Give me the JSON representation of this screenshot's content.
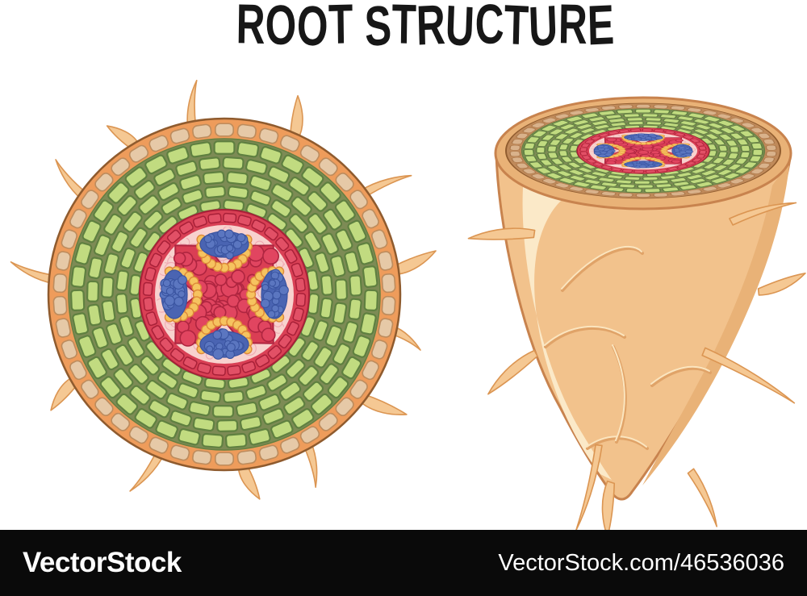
{
  "title": "ROOT STRUCTURE",
  "watermark": {
    "brand": "VectorStock",
    "id_text": "VectorStock.com/46536036"
  },
  "colors": {
    "page": "#ffffff",
    "title": "#171717",
    "bar": "#0a0a0a",
    "bar_text": "#ffffff",
    "hair_fill": "#F5C893",
    "hair_stroke": "#DB9552",
    "epid_band": "#EE9C5B",
    "epid_outline": "#8F5B2E",
    "epid_cell": "#E6C9A7",
    "epid_cell_stroke": "#BD8C5D",
    "cortex_bg": "#7D8B55",
    "cortex_edge": "#647F41",
    "cortex_cell": "#C1DB80",
    "cortex_cell_stroke": "#5F8040",
    "stele_ring": "#D94055",
    "stele_cell": "#E25066",
    "stele_stroke": "#A82038",
    "pink_bg": "#F8D2CE",
    "pink_cell_stroke": "#EFA9B2",
    "bead_fill": "#F6C35F",
    "bead_stroke": "#DE8A3A",
    "blue_base": "#4A64B2",
    "blue_fill": "#5B76C0",
    "blue_stroke": "#3A54A0",
    "xylem_fill": "#DA3E54",
    "xylem_cell": "#E14560",
    "xylem_stroke": "#AF2540",
    "body_fill": "#F2C28C",
    "body_stroke": "#C8834E",
    "body_highlight": "#FBE9C8",
    "body_shade": "#E9B277",
    "rim_band": "#C08A5A",
    "rim_cell": "#D9B28B",
    "rim_cell_stroke": "#A9764A",
    "emboss_dark": "#E0A368",
    "emboss_light": "#FBE5BF"
  }
}
